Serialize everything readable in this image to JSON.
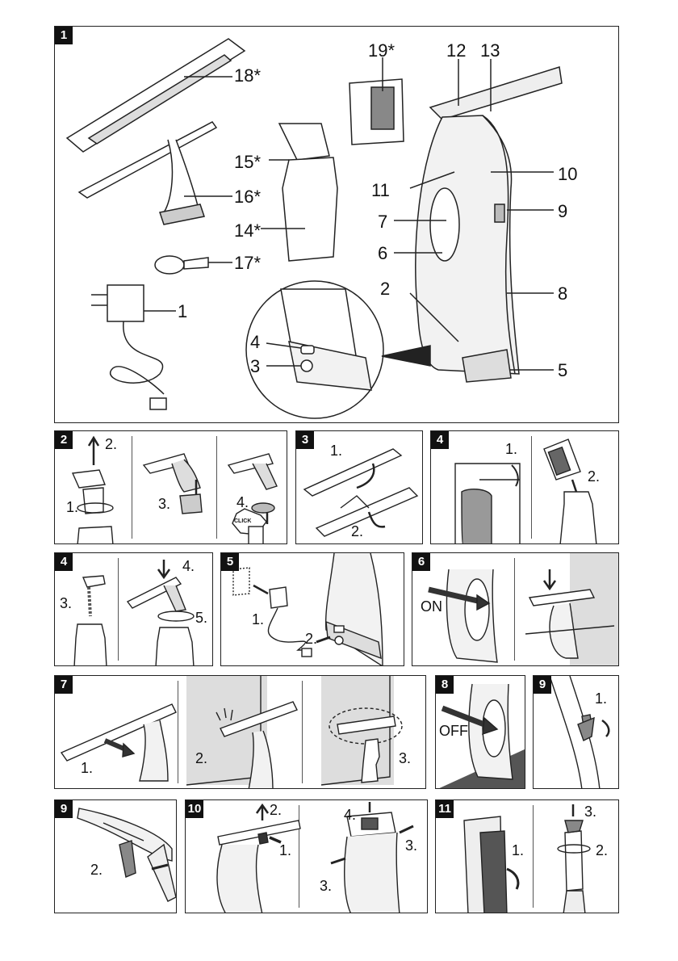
{
  "panels": {
    "p1": {
      "number": "1",
      "labels": {
        "n18": "18*",
        "n19": "19*",
        "n12": "12",
        "n13": "13",
        "n15": "15*",
        "n16": "16*",
        "n10": "10",
        "n11": "11",
        "n9": "9",
        "n7": "7",
        "n14": "14*",
        "n17": "17*",
        "n6": "6",
        "n2": "2",
        "n8": "8",
        "n1": "1",
        "n4": "4",
        "n3": "3",
        "n5": "5"
      }
    },
    "p2": {
      "number": "2",
      "steps": {
        "s1": "1.",
        "s2": "2.",
        "s3": "3.",
        "s4": "4."
      },
      "click": "CLICK"
    },
    "p3": {
      "number": "3",
      "steps": {
        "s1": "1.",
        "s2": "2."
      }
    },
    "p4a": {
      "number": "4",
      "steps": {
        "s1": "1.",
        "s2": "2."
      }
    },
    "p4b": {
      "number": "4",
      "steps": {
        "s3": "3.",
        "s4": "4.",
        "s5": "5."
      }
    },
    "p5": {
      "number": "5",
      "steps": {
        "s1": "1.",
        "s2": "2."
      }
    },
    "p6": {
      "number": "6",
      "on": "ON"
    },
    "p7": {
      "number": "7",
      "steps": {
        "s1": "1.",
        "s2": "2.",
        "s3": "3."
      }
    },
    "p8": {
      "number": "8",
      "off": "OFF"
    },
    "p9a": {
      "number": "9",
      "steps": {
        "s1": "1."
      }
    },
    "p9b": {
      "number": "9",
      "steps": {
        "s2": "2."
      }
    },
    "p10": {
      "number": "10",
      "steps": {
        "s1": "1.",
        "s2": "2.",
        "s3a": "3.",
        "s3b": "3.",
        "s4": "4."
      }
    },
    "p11": {
      "number": "11",
      "steps": {
        "s1": "1.",
        "s2": "2.",
        "s3": "3."
      }
    }
  }
}
